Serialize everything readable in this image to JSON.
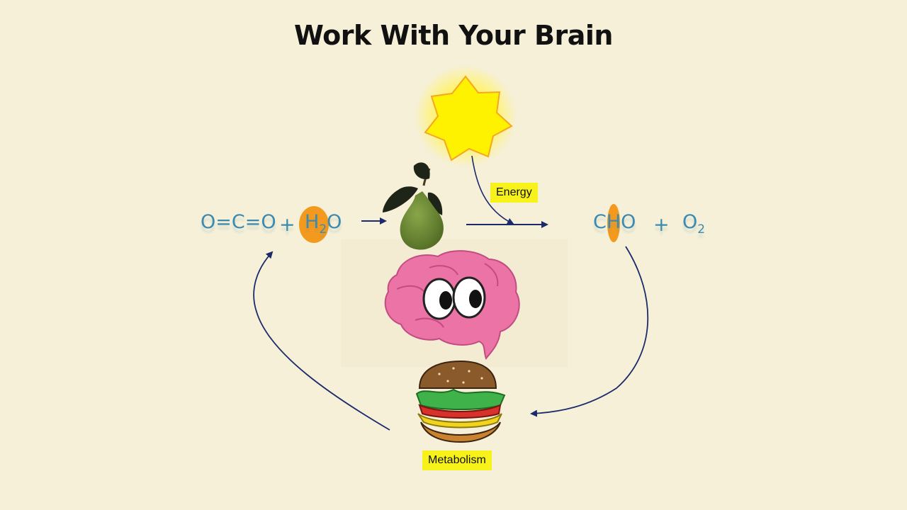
{
  "title": "Work With Your Brain",
  "reactants": {
    "co2": "O=C=O",
    "plus": "+",
    "water_h": "H",
    "water_sub": "2",
    "water_o": "O"
  },
  "products": {
    "cho_c": "C",
    "cho_h": "H",
    "cho_o": "O",
    "plus": "+",
    "oxygen_o": "O",
    "oxygen_sub": "2"
  },
  "labels": {
    "energy": "Energy",
    "metabolism": "Metabolism"
  },
  "colors": {
    "background": "#f6f0d8",
    "formula": "#3d8ab0",
    "highlight": "#f39a1e",
    "tag": "#f7f21a",
    "arrow": "#1c2a6b"
  },
  "icons": [
    "sun-icon",
    "pear-icon",
    "brain-icon",
    "burger-icon"
  ]
}
